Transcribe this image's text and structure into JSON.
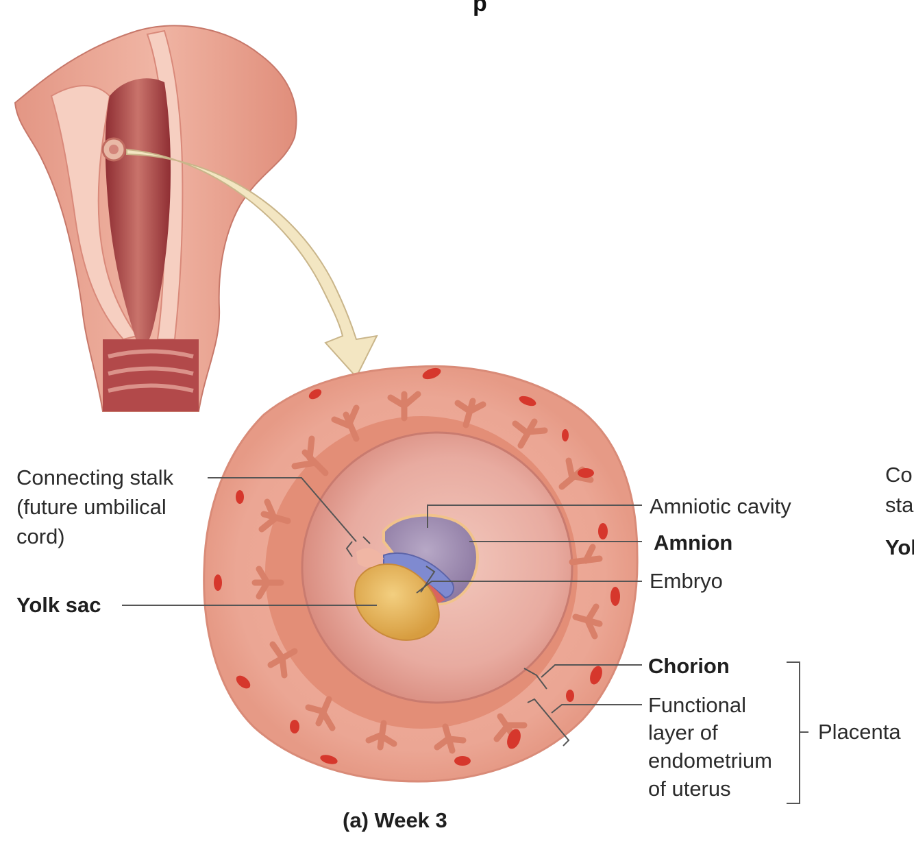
{
  "figure": {
    "caption": "(a) Week 3",
    "title_fragment": "p",
    "labels": {
      "connecting_stalk": [
        "Connecting stalk",
        "(future umbilical",
        "cord)"
      ],
      "yolk_sac": "Yolk sac",
      "amniotic_cavity": "Amniotic cavity",
      "amnion": "Amnion",
      "embryo": "Embryo",
      "chorion": "Chorion",
      "functional_layer": [
        "Functional",
        "layer of",
        "endometrium",
        "of uterus"
      ],
      "placenta": "Placenta"
    },
    "clipped_labels": [
      "Co",
      "sta",
      "Yol"
    ],
    "colors": {
      "uterus_tissue": "#e8a08e",
      "uterine_cavity": "#a8413f",
      "endometrium": "#f2b3a2",
      "blood_vessel": "#d9342b",
      "amnion_purple": "#8f7fa6",
      "yolk_sac": "#e8b35a",
      "arrow_fill": "#f3e6c2",
      "leader_line": "#555555"
    }
  }
}
